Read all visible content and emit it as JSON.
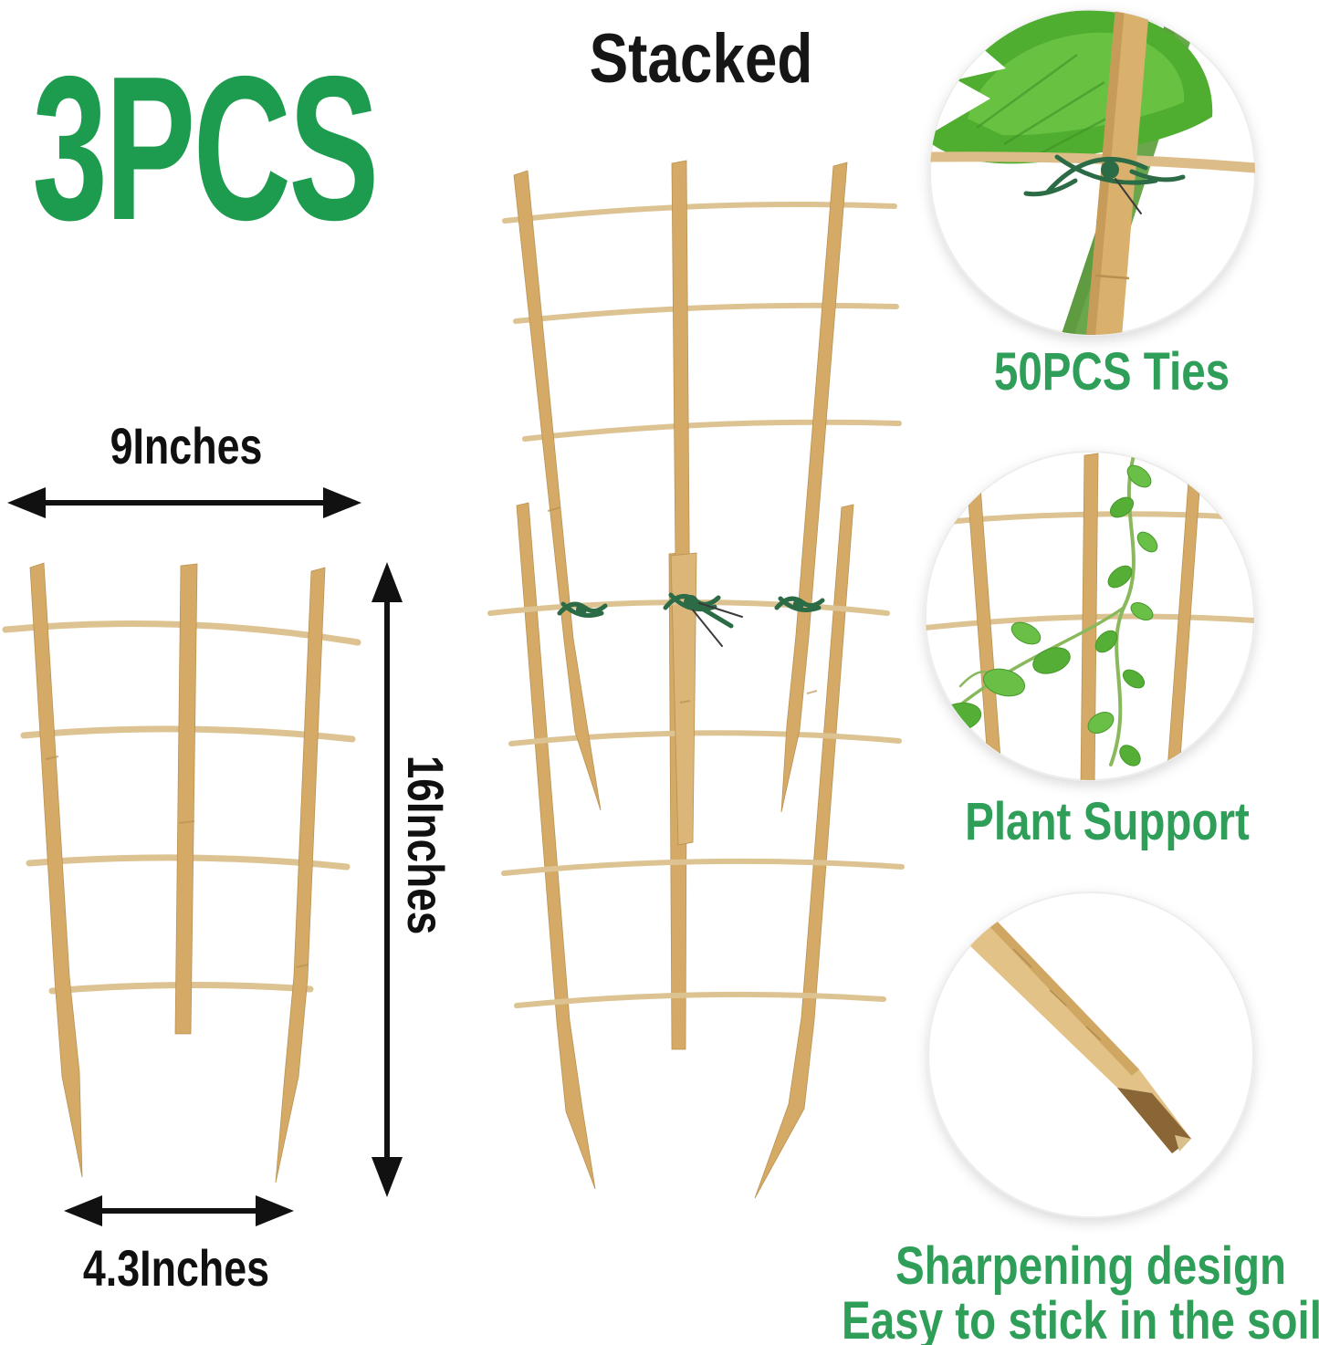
{
  "headline": {
    "text": "3PCS"
  },
  "stacked_view": {
    "title": "Stacked"
  },
  "dimensions": {
    "top_width": "9Inches",
    "height": "16Inches",
    "bottom_width": "4.3Inches"
  },
  "features": [
    {
      "caption": "50PCS Ties"
    },
    {
      "caption": "Plant Support"
    },
    {
      "caption": "Sharpening design",
      "caption2": "Easy to stick in the soil"
    }
  ],
  "colors": {
    "headline_green": "#1d9b4f",
    "caption_green": "#2f9e59",
    "arrow_black": "#111111",
    "bamboo": "#d4aa66",
    "bamboo_light": "#ddc392",
    "tie_green": "#2b6b46",
    "leaf_green": "#55ae35"
  }
}
